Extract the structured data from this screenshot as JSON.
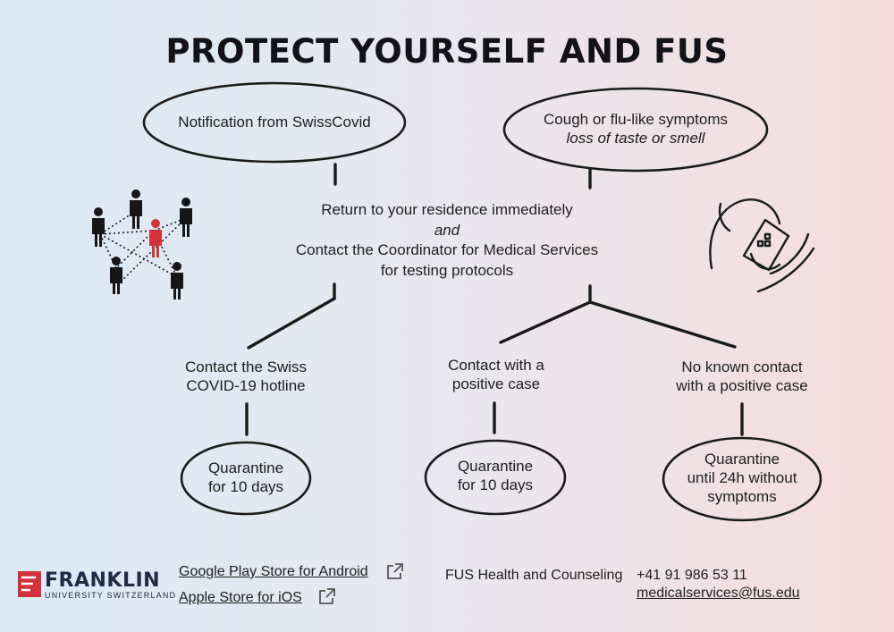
{
  "title": "PROTECT YOURSELF AND FUS",
  "top_left_oval": "Notification from SwissCovid",
  "top_right_oval": {
    "line1": "Cough or flu-like symptoms",
    "line2": "loss of taste or smell"
  },
  "middle": {
    "line1": "Return to your residence immediately",
    "line2": "and",
    "line3": "Contact the Coordinator for Medical Services",
    "line4": "for testing protocols"
  },
  "branches": {
    "hotline": {
      "line1": "Contact the Swiss",
      "line2": "COVID-19 hotline"
    },
    "positive": {
      "line1": "Contact with a",
      "line2": "positive case"
    },
    "noknown": {
      "line1": "No known contact",
      "line2": "with a positive case"
    }
  },
  "outcomes": {
    "left": {
      "line1": "Quarantine",
      "line2": "for 10 days"
    },
    "middle": {
      "line1": "Quarantine",
      "line2": "for 10 days"
    },
    "right": {
      "line1": "Quarantine",
      "line2": "until 24h without",
      "line3": "symptoms"
    }
  },
  "footer": {
    "logo_main": "FRANKLIN",
    "logo_sub": "UNIVERSITY SWITZERLAND",
    "link_android": "Google Play Store for Android",
    "link_ios": "Apple Store for iOS",
    "contact_label": "FUS Health and Counseling",
    "phone": "+41 91 986 53 11",
    "email": "medicalservices@fus.edu"
  },
  "colors": {
    "accent_red": "#d3323a",
    "ink": "#1e1e1e"
  },
  "icons": [
    "contact-network-icon",
    "phone-call-icon",
    "external-link-icon"
  ]
}
